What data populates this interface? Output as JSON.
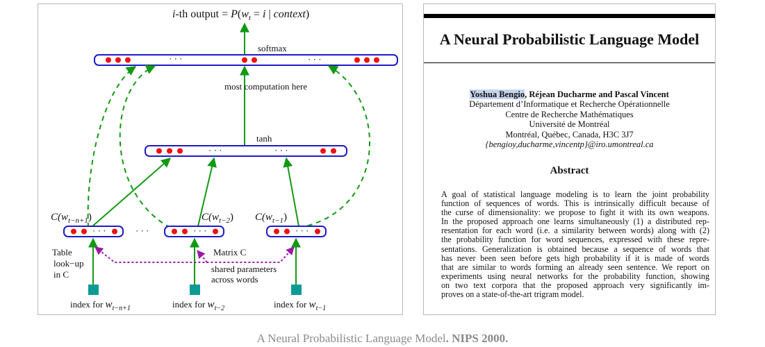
{
  "diagram": {
    "output_label_parts": [
      "i",
      "-th output = ",
      "P",
      "(",
      "w",
      "t",
      " = ",
      "i",
      " | ",
      "context",
      ")"
    ],
    "softmax_label": "softmax",
    "computation_label": "most  computation here",
    "tanh_label": "tanh",
    "ellipsis": "· · ·",
    "features": [
      {
        "pre": "C(",
        "var": "w",
        "sub": "t−n+1",
        "post": ")"
      },
      {
        "pre": "C(",
        "var": "w",
        "sub": "t−2",
        "post": ")"
      },
      {
        "pre": "C(",
        "var": "w",
        "sub": "t−1",
        "post": ")"
      }
    ],
    "table_lookup": [
      "Table",
      "look−up",
      "in C"
    ],
    "matrix_label": "Matrix C",
    "shared_label": [
      "shared parameters",
      "across words"
    ],
    "indices": [
      {
        "pre": "index for ",
        "var": "w",
        "sub": "t−n+1"
      },
      {
        "pre": "index for ",
        "var": "w",
        "sub": "t−2"
      },
      {
        "pre": "index for ",
        "var": "w",
        "sub": "t−1"
      }
    ],
    "colors": {
      "layer_border": "#1b1bc8",
      "neuron": "#ee1111",
      "arrow": "#119a11",
      "input_square": "#0e9a94",
      "shared": "#9a1aa6"
    }
  },
  "paper": {
    "title": "A Neural Probabilistic Language Model",
    "author_highlighted": "Yoshua Bengio",
    "author_rest": ", Réjean Ducharme and Pascal Vincent",
    "affiliation": [
      "Département d’Informatique et Recherche Opérationnelle",
      "Centre de Recherche Mathématiques",
      "Université de Montréal",
      "Montréal, Québec, Canada, H3C 3J7"
    ],
    "email": "{bengioy,ducharme,vincentp}@iro.umontreal.ca",
    "abstract_heading": "Abstract",
    "abstract_lines": [
      "A goal of statistical language modeling is to learn the joint probability",
      "function of sequences of words. This is intrinsically difficult because of",
      "the curse of dimensionality: we propose to fight it with its own weapons.",
      "In the proposed approach one learns simultaneously (1) a distributed rep-",
      "resentation for each word (i.e. a similarity between words) along with (2)",
      "the probability function for word sequences, expressed with these repre-",
      "sentations. Generalization is obtained because a sequence of words that",
      "has never been seen before gets high probability if it is made of words",
      "that are similar to words forming an already seen sentence. We report on",
      "experiments using neural networks for the probability function, showing",
      "on two text corpora that the proposed approach very significantly im-",
      "proves on a state-of-the-art trigram model."
    ]
  },
  "caption": {
    "text": "A Neural Probabilistic Language Model",
    "venue": ". NIPS 2000."
  }
}
